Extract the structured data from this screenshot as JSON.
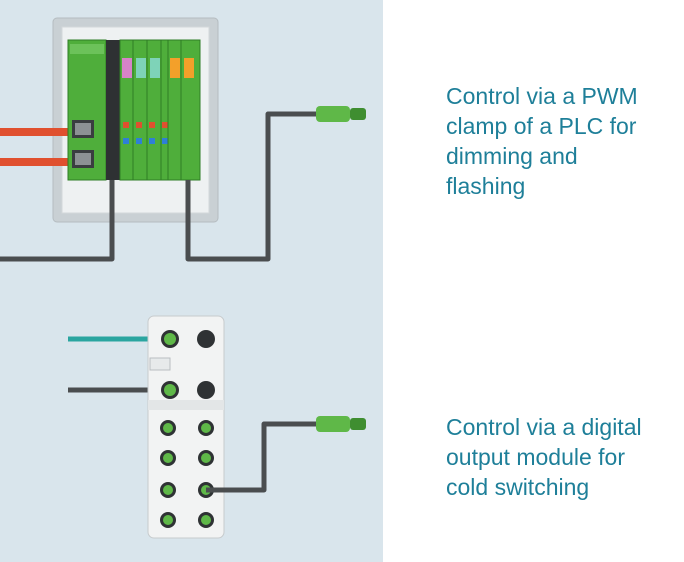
{
  "colors": {
    "background_panel": "#d9e5ec",
    "caption_text": "#1e7f99",
    "cable_dark": "#4a4d4f",
    "cable_red": "#e0502f",
    "cable_teal": "#2aa5a0",
    "connector_green": "#5fb848",
    "plc_green": "#4fae3b",
    "io_module_grey": "#f2f3f3"
  },
  "captions": {
    "pwm": {
      "lines": [
        "Control via a PWM",
        "clamp of a PLC for",
        "dimming and",
        "flashing"
      ]
    },
    "digital": {
      "lines": [
        "Control via a digital",
        "output module for",
        "cold switching"
      ]
    }
  }
}
